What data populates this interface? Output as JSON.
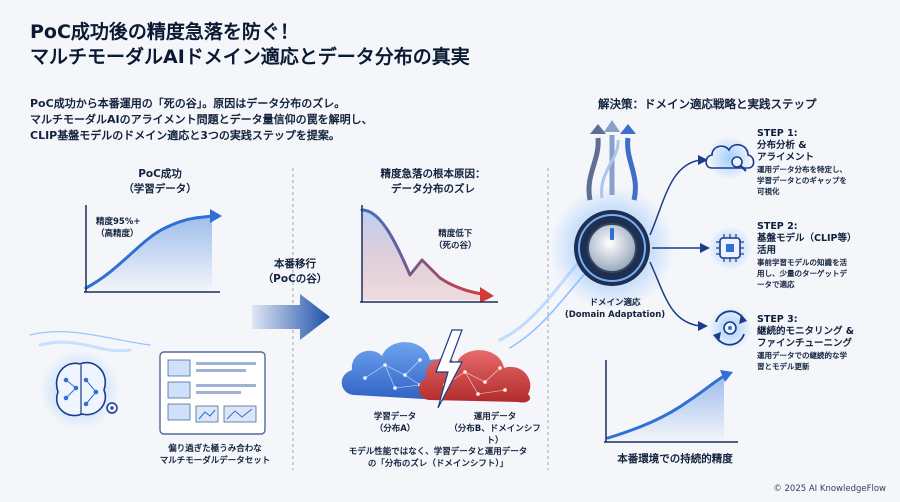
{
  "title": {
    "line1": "PoC成功後の精度急落を防ぐ！",
    "line2": "マルチモーダルAIドメイン適応とデータ分布の真実"
  },
  "intro": {
    "line1": "PoC成功から本番運用の「死の谷」。原因はデータ分布のズレ。",
    "line2": "マルチモーダルAIのアライメント問題とデータ量信仰の罠を解明し、",
    "line3": "CLIP基盤モデルのドメイン適応と3つの実践ステップを提案。"
  },
  "left": {
    "heading1": "PoC成功",
    "heading2": "（学習データ）",
    "accuracy1": "精度95%+",
    "accuracy2": "（高精度）",
    "dataset1": "偏り過ぎた極うみ合わな",
    "dataset2": "マルチモーダルデータセット"
  },
  "transition": {
    "line1": "本番移行",
    "line2": "（PoCの谷）"
  },
  "middle": {
    "heading1": "精度急落の根本原因：",
    "heading2": "データ分布のズレ",
    "drop1": "精度低下",
    "drop2": "（死の谷）",
    "train1": "学習データ",
    "train2": "（分布A）",
    "ops1": "運用データ",
    "ops2": "（分布B、ドメインシフト）",
    "note1": "モデル性能ではなく、学習データと運用データ",
    "note2": "の「分布のズレ（ドメインシフト）」"
  },
  "solution": {
    "heading": "解決策：ドメイン適応戦略と実践ステップ",
    "adapt1": "ドメイン適応",
    "adapt2": "(Domain Adaptation)",
    "steps": [
      {
        "title": [
          "STEP 1:",
          "分布分析 &",
          "アライメント"
        ],
        "desc": [
          "運用データ分布を特定し、",
          "学習データとのギャップを",
          "可視化"
        ],
        "icon": "cloud-search-icon"
      },
      {
        "title": [
          "STEP 2:",
          "基盤モデル（CLIP等）",
          "活用"
        ],
        "desc": [
          "事前学習モデルの知識を活",
          "用し、少量のターゲットデ",
          "ータで適応"
        ],
        "icon": "chip-icon"
      },
      {
        "title": [
          "STEP 3:",
          "継続的モニタリング &",
          "ファインチューニング"
        ],
        "desc": [
          "運用データでの継続的な学",
          "習とモデル更新"
        ],
        "icon": "cycle-gear-icon"
      }
    ],
    "sustain": "本番環境での持続的精度"
  },
  "footer": "© 2025 AI KnowledgeFlow",
  "colors": {
    "navy": "#1b2f5a",
    "accent": "#2f6fd6",
    "light": "#7fb3ff",
    "red": "#d23a3a",
    "glow": "#9fd0ff"
  }
}
